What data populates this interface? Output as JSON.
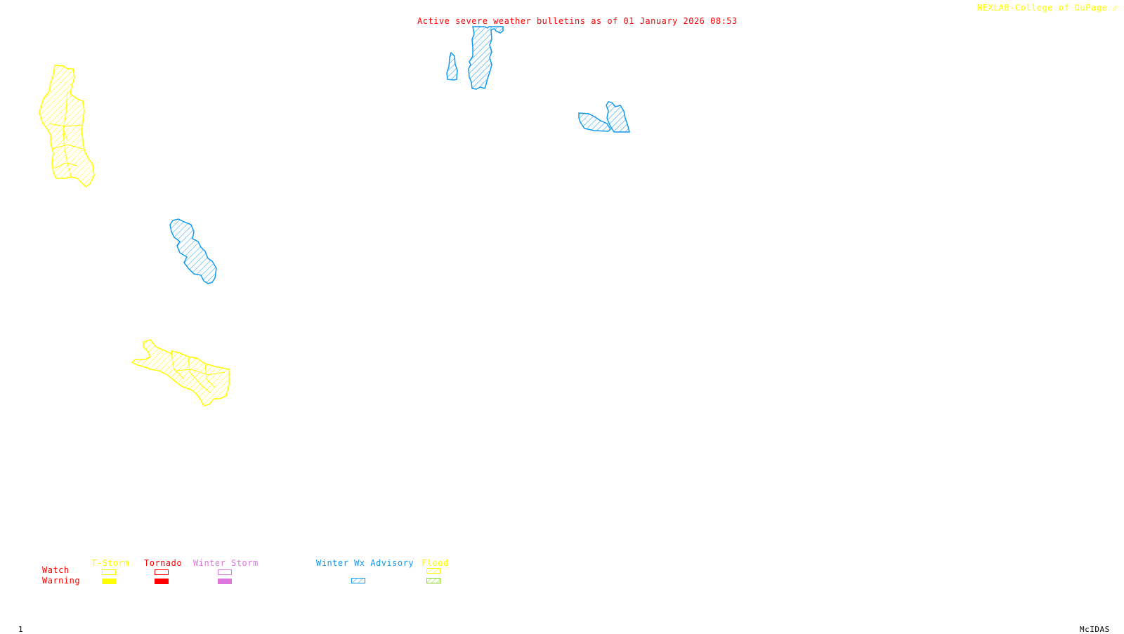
{
  "header": {
    "title": "Active severe weather bulletins as of 01 January 2026 08:53",
    "credit": "NEXLAB-College of DuPage"
  },
  "footer": {
    "frame_number": "1",
    "software": "McIDAS"
  },
  "colors": {
    "tstorm": "#ffff00",
    "tornado": "#ff0000",
    "winter_storm": "#dd77dd",
    "winter_wx_advisory": "#1199ee",
    "flood_watch": "#ffff00",
    "flood_warning": "#88dd22",
    "row_labels": "#ff0000"
  },
  "legend": {
    "rows": [
      "Watch",
      "Warning"
    ],
    "categories": [
      {
        "label": "T-Storm",
        "watch": "outline",
        "warning": "solid"
      },
      {
        "label": "Tornado",
        "watch": "outline",
        "warning": "solid"
      },
      {
        "label": "Winter Storm",
        "watch": "outline",
        "warning": "solid"
      },
      {
        "label": "Winter Wx Advisory",
        "watch": "none",
        "warning": "hatched"
      },
      {
        "label": "Flood",
        "watch": "hatched",
        "warning": "hatched"
      }
    ]
  },
  "alert_areas": [
    {
      "type": "Winter Wx Advisory",
      "region": "north-central small strip"
    },
    {
      "type": "Winter Wx Advisory",
      "region": "north-central"
    },
    {
      "type": "Winter Wx Advisory",
      "region": "north-central east"
    },
    {
      "type": "Flood Watch",
      "region": "northwest"
    },
    {
      "type": "Winter Wx Advisory",
      "region": "west"
    },
    {
      "type": "Flood Watch",
      "region": "southwest"
    }
  ]
}
